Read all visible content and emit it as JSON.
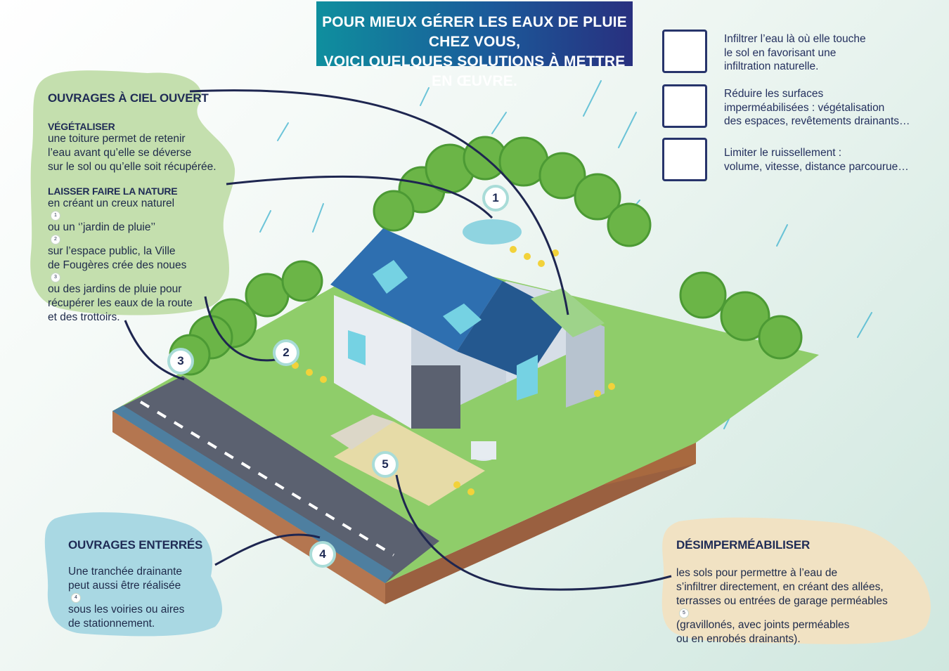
{
  "title": {
    "line1": "POUR MIEUX GÉRER LES EAUX DE PLUIE CHEZ VOUS,",
    "line2": "VOICI QUELQUES SOLUTIONS À METTRE EN ŒUVRE."
  },
  "legend": [
    {
      "icon": "infiltration-drop-icon",
      "lines": [
        "Infiltrer l’eau là où elle touche",
        "le sol en favorisant une",
        "infiltration naturelle."
      ]
    },
    {
      "icon": "permeable-surface-icon",
      "lines": [
        "Réduire les surfaces",
        "imperméabilisées : végétalisation",
        "des espaces, revêtements drainants…"
      ]
    },
    {
      "icon": "runoff-slope-icon",
      "lines": [
        "Limiter le ruissellement :",
        "volume, vitesse, distance parcourue…"
      ]
    }
  ],
  "ciel_ouvert": {
    "heading": "OUVRAGES À CIEL OUVERT",
    "vegetaliser_title": "VÉGÉTALISER",
    "vegetaliser_lines": [
      "une toiture permet de retenir",
      "l’eau avant qu’elle se déverse",
      "sur le sol ou qu’elle soit récupérée."
    ],
    "nature_title": "LAISSER FAIRE LA NATURE",
    "nature_lines": [
      {
        "text": "en créant un creux naturel",
        "ref": "1"
      },
      {
        "text": "ou un ‘’jardin de pluie’’",
        "ref": "2"
      },
      {
        "text": "sur l’espace public, la Ville",
        "ref": ""
      },
      {
        "text": "de Fougères crée des noues",
        "ref": "3"
      },
      {
        "text": "ou des jardins de pluie pour",
        "ref": ""
      },
      {
        "text": "récupérer les eaux de la route",
        "ref": ""
      },
      {
        "text": "et des trottoirs.",
        "ref": ""
      }
    ]
  },
  "enterres": {
    "heading": "OUVRAGES ENTERRÉS",
    "lines": [
      {
        "text": "Une tranchée drainante",
        "ref": ""
      },
      {
        "text": "peut aussi être réalisée",
        "ref": "4"
      },
      {
        "text": "sous les voiries ou aires",
        "ref": ""
      },
      {
        "text": "de stationnement.",
        "ref": ""
      }
    ]
  },
  "desimper": {
    "heading": "DÉSIMPERMÉABILISER",
    "lines": [
      {
        "text": "les sols pour permettre à l’eau de",
        "ref": ""
      },
      {
        "text": "s’infiltrer directement, en créant des allées,",
        "ref": ""
      },
      {
        "text": "terrasses ou entrées de garage perméables",
        "ref": "5"
      },
      {
        "text": "(gravillonés, avec joints perméables",
        "ref": ""
      },
      {
        "text": "ou en enrobés drainants).",
        "ref": ""
      }
    ]
  },
  "markers": [
    "1",
    "2",
    "3",
    "4",
    "5"
  ],
  "colors": {
    "banner_start": "#0f8f9e",
    "banner_end": "#28307f",
    "green_panel": "#c4dfae",
    "blue_panel": "#a9d8e3",
    "beige_panel": "#f1e2c3",
    "grass": "#7cc35a",
    "trees": "#6bb547",
    "roof": "#2e6fb0",
    "road": "#5b6170",
    "soil": "#b97b55",
    "connector": "#1e2650",
    "rain": "#3fb3cf"
  }
}
